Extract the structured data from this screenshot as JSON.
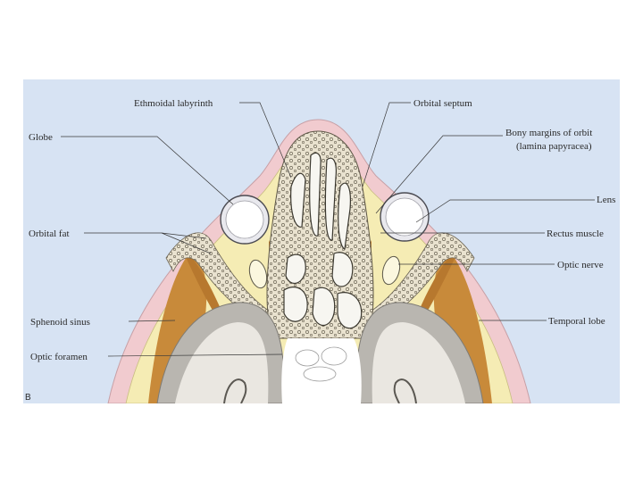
{
  "figure": {
    "panel_letter": "B",
    "labels": {
      "ethmoidal_labyrinth": "Ethmoidal labyrinth",
      "orbital_septum": "Orbital septum",
      "globe": "Globe",
      "bony_margins_line1": "Bony margins of orbit",
      "bony_margins_line2": "(lamina papyracea)",
      "lens": "Lens",
      "orbital_fat": "Orbital fat",
      "rectus_muscle": "Rectus muscle",
      "optic_nerve": "Optic nerve",
      "sphenoid_sinus": "Sphenoid sinus",
      "temporal_lobe": "Temporal lobe",
      "optic_foramen": "Optic foramen"
    },
    "colors": {
      "background": "#d7e3f3",
      "skin": "#f1cbcf",
      "fat": "#f5ecb4",
      "bone": "#e8e0cf",
      "muscle": "#c88a3a",
      "brain": "#b9b6b0"
    }
  }
}
